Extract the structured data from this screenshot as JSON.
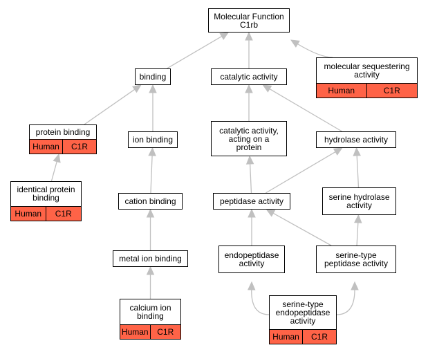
{
  "colors": {
    "edge": "#c0c0c0",
    "annotation": "#ff6347"
  },
  "nodes": [
    {
      "id": "mf",
      "label": "Molecular Function\nC1rb"
    },
    {
      "id": "binding",
      "label": "binding"
    },
    {
      "id": "catalytic",
      "label": "catalytic activity"
    },
    {
      "id": "sequestering",
      "label": "molecular sequestering\nactivity",
      "annotations": [
        "Human",
        "C1R"
      ]
    },
    {
      "id": "protein_binding",
      "label": "protein binding",
      "annotations": [
        "Human",
        "C1R"
      ]
    },
    {
      "id": "ion_binding",
      "label": "ion binding"
    },
    {
      "id": "cat_protein",
      "label": "catalytic activity,\nacting on a\nprotein"
    },
    {
      "id": "hydrolase",
      "label": "hydrolase activity"
    },
    {
      "id": "identical",
      "label": "identical protein\nbinding",
      "annotations": [
        "Human",
        "C1R"
      ]
    },
    {
      "id": "cation",
      "label": "cation binding"
    },
    {
      "id": "peptidase",
      "label": "peptidase activity"
    },
    {
      "id": "ser_hydrolase",
      "label": "serine hydrolase\nactivity"
    },
    {
      "id": "metal",
      "label": "metal ion binding"
    },
    {
      "id": "endopep",
      "label": "endopeptidase\nactivity"
    },
    {
      "id": "ser_pep",
      "label": "serine-type\npeptidase activity"
    },
    {
      "id": "calcium",
      "label": "calcium ion\nbinding",
      "annotations": [
        "Human",
        "C1R"
      ]
    },
    {
      "id": "ser_endo",
      "label": "serine-type\nendopeptidase\nactivity",
      "annotations": [
        "Human",
        "C1R"
      ]
    }
  ],
  "edges": [
    {
      "from": "binding",
      "to": "mf"
    },
    {
      "from": "catalytic",
      "to": "mf"
    },
    {
      "from": "sequestering",
      "to": "mf"
    },
    {
      "from": "protein_binding",
      "to": "binding"
    },
    {
      "from": "ion_binding",
      "to": "binding"
    },
    {
      "from": "cat_protein",
      "to": "catalytic"
    },
    {
      "from": "hydrolase",
      "to": "catalytic"
    },
    {
      "from": "identical",
      "to": "protein_binding"
    },
    {
      "from": "cation",
      "to": "ion_binding"
    },
    {
      "from": "metal",
      "to": "cation"
    },
    {
      "from": "calcium",
      "to": "metal"
    },
    {
      "from": "peptidase",
      "to": "cat_protein"
    },
    {
      "from": "peptidase",
      "to": "hydrolase"
    },
    {
      "from": "ser_hydrolase",
      "to": "hydrolase"
    },
    {
      "from": "endopep",
      "to": "peptidase"
    },
    {
      "from": "ser_pep",
      "to": "peptidase"
    },
    {
      "from": "ser_pep",
      "to": "ser_hydrolase"
    },
    {
      "from": "ser_endo",
      "to": "endopep"
    },
    {
      "from": "ser_endo",
      "to": "ser_pep"
    }
  ]
}
